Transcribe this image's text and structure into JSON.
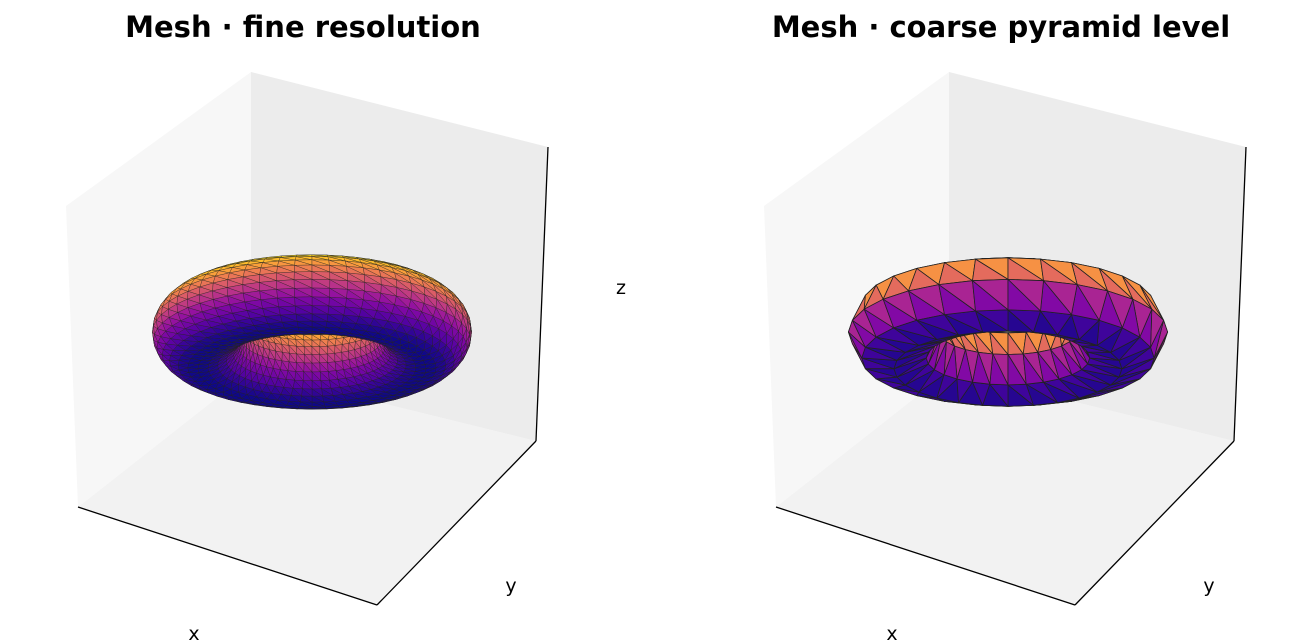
{
  "charts": [
    {
      "title": "Mesh · fine resolution",
      "xlabel": "x",
      "ylabel": "y",
      "zlabel": "z"
    },
    {
      "title": "Mesh · coarse pyramid level",
      "xlabel": "x",
      "ylabel": "y",
      "zlabel": ""
    }
  ],
  "chart_data": [
    {
      "type": "3d-surface",
      "surface": "torus",
      "title": "Mesh · fine resolution",
      "xlabel": "x",
      "ylabel": "y",
      "zlabel": "z",
      "colormap": "plasma",
      "edge_color": "#222222",
      "major_divisions": 56,
      "minor_divisions": 28,
      "triangulated": true,
      "axis_ticks_shown": false,
      "grid": false
    },
    {
      "type": "3d-surface",
      "surface": "torus",
      "title": "Mesh · coarse pyramid level",
      "xlabel": "x",
      "ylabel": "y",
      "zlabel": "",
      "colormap": "plasma",
      "edge_color": "#222222",
      "major_divisions": 28,
      "minor_divisions": 8,
      "triangulated": true,
      "axis_ticks_shown": false,
      "grid": false
    }
  ]
}
